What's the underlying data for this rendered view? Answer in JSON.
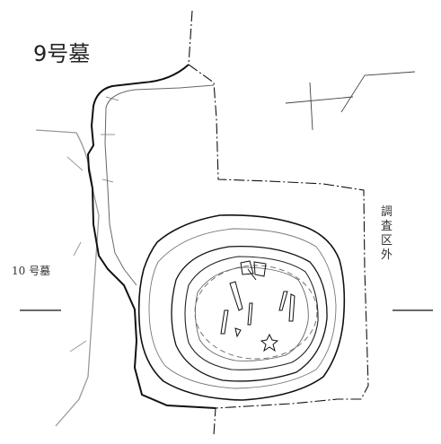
{
  "figure": {
    "title": "9号墓",
    "adjacent_tomb_label": "10 号墓",
    "boundary_label": "調査区外",
    "boundary_label_chars": [
      "調",
      "査",
      "区",
      "外"
    ]
  },
  "colors": {
    "ink": "#111111",
    "contour": "#6e6e6e",
    "old_channel": "#9a9a9a",
    "background": "#ffffff"
  }
}
